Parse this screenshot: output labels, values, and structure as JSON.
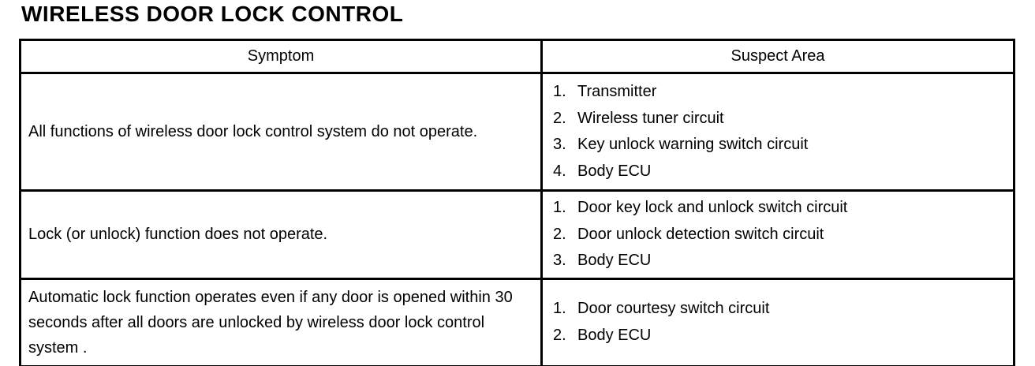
{
  "page": {
    "title": "WIRELESS DOOR LOCK CONTROL"
  },
  "table": {
    "headers": {
      "symptom": "Symptom",
      "suspect_area": "Suspect Area"
    },
    "rows": [
      {
        "symptom": "All functions of wireless door lock control system do not operate.",
        "suspects": [
          {
            "num": "1.",
            "label": "Transmitter"
          },
          {
            "num": "2.",
            "label": "Wireless tuner circuit"
          },
          {
            "num": "3.",
            "label": "Key unlock warning switch circuit"
          },
          {
            "num": "4.",
            "label": "Body ECU"
          }
        ]
      },
      {
        "symptom": "Lock (or unlock) function does not operate.",
        "suspects": [
          {
            "num": "1.",
            "label": "Door key lock and unlock switch circuit"
          },
          {
            "num": "2.",
            "label": "Door unlock detection switch circuit"
          },
          {
            "num": "3.",
            "label": "Body ECU"
          }
        ]
      },
      {
        "symptom": "Automatic lock function operates even if any door is opened within 30 seconds after all doors are unlocked by wireless door lock control system .",
        "suspects": [
          {
            "num": "1.",
            "label": "Door courtesy switch circuit"
          },
          {
            "num": "2.",
            "label": "Body ECU"
          }
        ]
      }
    ]
  }
}
